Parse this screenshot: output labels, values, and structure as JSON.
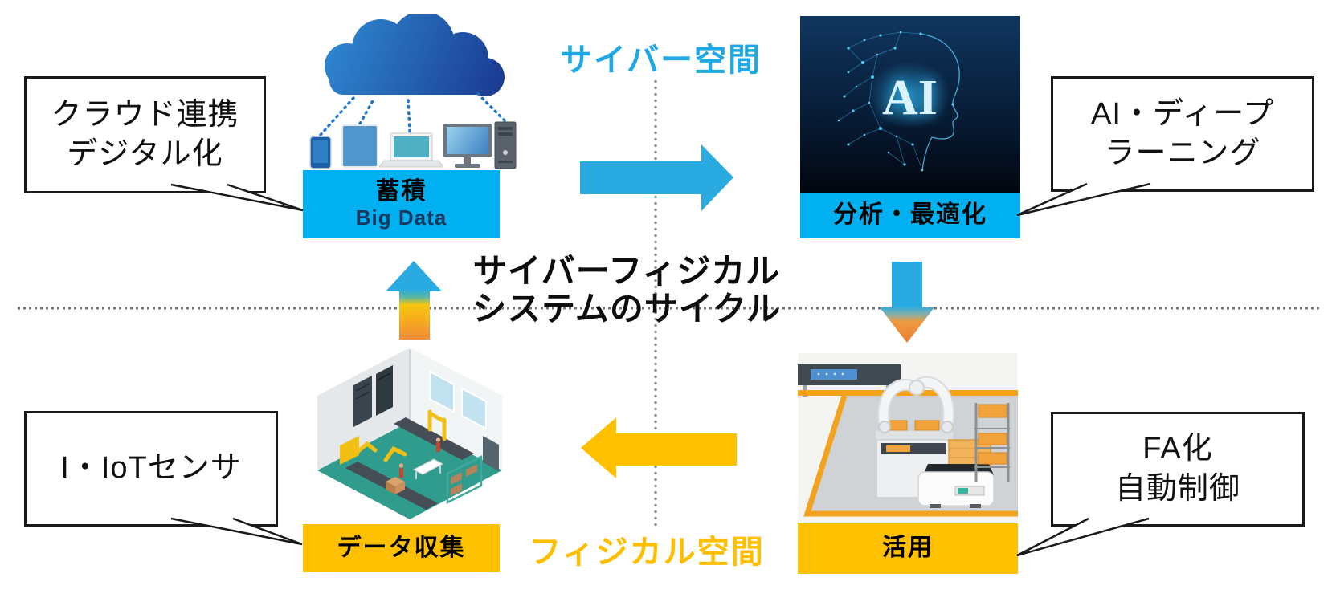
{
  "diagram": {
    "center_title": {
      "line1": "サイバーフィジカル",
      "line2": "システムのサイクル"
    },
    "cyber_space_label": "サイバー空間",
    "physical_space_label": "フィジカル空間",
    "colors": {
      "cyan_box": "#00B0F0",
      "blue_arrow": "#29ABE2",
      "yellow_box": "#FFC000",
      "orange_arrow": "#ED7D31",
      "cyber_label_text": "#1FA8E4",
      "physical_label_text": "#FFBF00"
    }
  },
  "nodes": {
    "accumulate": {
      "title": "蓄積",
      "subtitle": "Big Data"
    },
    "analyze_optimize": {
      "title": "分析・最適化"
    },
    "data_collection": {
      "title": "データ収集"
    },
    "utilize": {
      "title": "活用"
    }
  },
  "callouts": {
    "cloud_digital": {
      "line1": "クラウド連携",
      "line2": "デジタル化"
    },
    "ai_deep_learning": {
      "line1": "AI・ディープ",
      "line2": "ラーニング"
    },
    "iot_sensor": {
      "line1": "I・IoTセンサ"
    },
    "fa_auto_control": {
      "line1": "FA化",
      "line2": "自動制御"
    }
  },
  "images": {
    "cloud": "cloud-and-devices-illustration",
    "ai": "ai-digital-head-illustration",
    "factory": "smart-factory-illustration",
    "robot": "robot-and-agv-illustration",
    "ai_glyph": "AI"
  }
}
